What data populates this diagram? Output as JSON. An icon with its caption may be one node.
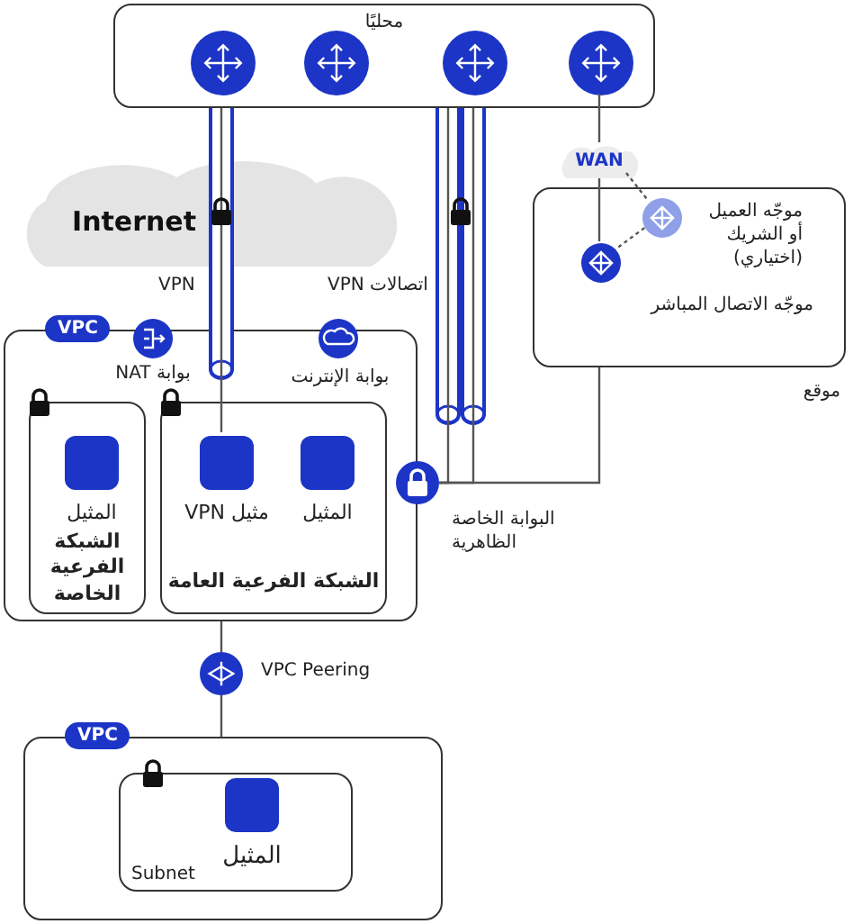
{
  "diagram": {
    "nodes": [
      {
        "text": [
          "محليًا"
        ]
      },
      {
        "text": [],
        "shape": "circle",
        "in": 0
      },
      {
        "text": [],
        "shape": "circle",
        "in": 0
      },
      {
        "text": [],
        "shape": "circle",
        "in": 0
      },
      {
        "text": [],
        "shape": "circle",
        "in": 0
      },
      {
        "text": [
          "WAN"
        ]
      },
      {
        "text": [
          "موقع"
        ]
      },
      {
        "text": [],
        "shape": "circle",
        "in": 6,
        "beside": [
          "موجّه العميل أو الشريك (اختياري)"
        ]
      },
      {
        "text": [],
        "shape": "circle",
        "in": 6,
        "beside": [
          "موجّه الاتصال المباشر"
        ]
      },
      {
        "text": [
          "VPC"
        ]
      },
      {
        "text": [],
        "shape": "circle",
        "beside": [
          "بوابة NAT"
        ]
      },
      {
        "text": [],
        "shape": "circle",
        "beside": [
          "بوابة الإنترنت"
        ]
      },
      {
        "text": [
          "الشبكة الفرعية الخاصة"
        ],
        "in": 9
      },
      {
        "text": [
          "المثيل"
        ],
        "in": 12
      },
      {
        "text": [
          "الشبكة الفرعية العامة"
        ],
        "in": 9
      },
      {
        "text": [
          "مثيل VPN"
        ],
        "in": 14
      },
      {
        "text": [
          "المثيل"
        ],
        "in": 14
      },
      {
        "text": [],
        "shape": "circle",
        "beside": [
          "البوابة الخاصة الظاهرية"
        ]
      },
      {
        "text": [],
        "shape": "circle",
        "beside": [
          "VPC Peering"
        ]
      },
      {
        "text": [
          "VPC"
        ]
      },
      {
        "text": [
          "Subnet"
        ],
        "in": 19
      },
      {
        "text": [
          "المثيل"
        ],
        "in": 20
      }
    ],
    "edges": [
      {
        "from": 0,
        "to": 15,
        "arrow": "none",
        "label": "VPN"
      },
      {
        "from": 0,
        "to": 17,
        "arrow": "none",
        "label": "اتصالات VPN"
      },
      {
        "from": 0,
        "to": 17,
        "arrow": "none"
      },
      {
        "from": 4,
        "to": 5,
        "arrow": "none"
      },
      {
        "from": 5,
        "to": 8,
        "arrow": "none"
      },
      {
        "from": 5,
        "to": 7,
        "arrow": "none",
        "style": "dashed"
      },
      {
        "from": 7,
        "to": 8,
        "arrow": "none",
        "style": "dashed"
      },
      {
        "from": 17,
        "to": 6,
        "arrow": "none"
      },
      {
        "from": 9,
        "to": 18,
        "arrow": "none"
      },
      {
        "from": 18,
        "to": 19,
        "arrow": "none"
      }
    ],
    "labels": [
      "Internet"
    ]
  }
}
